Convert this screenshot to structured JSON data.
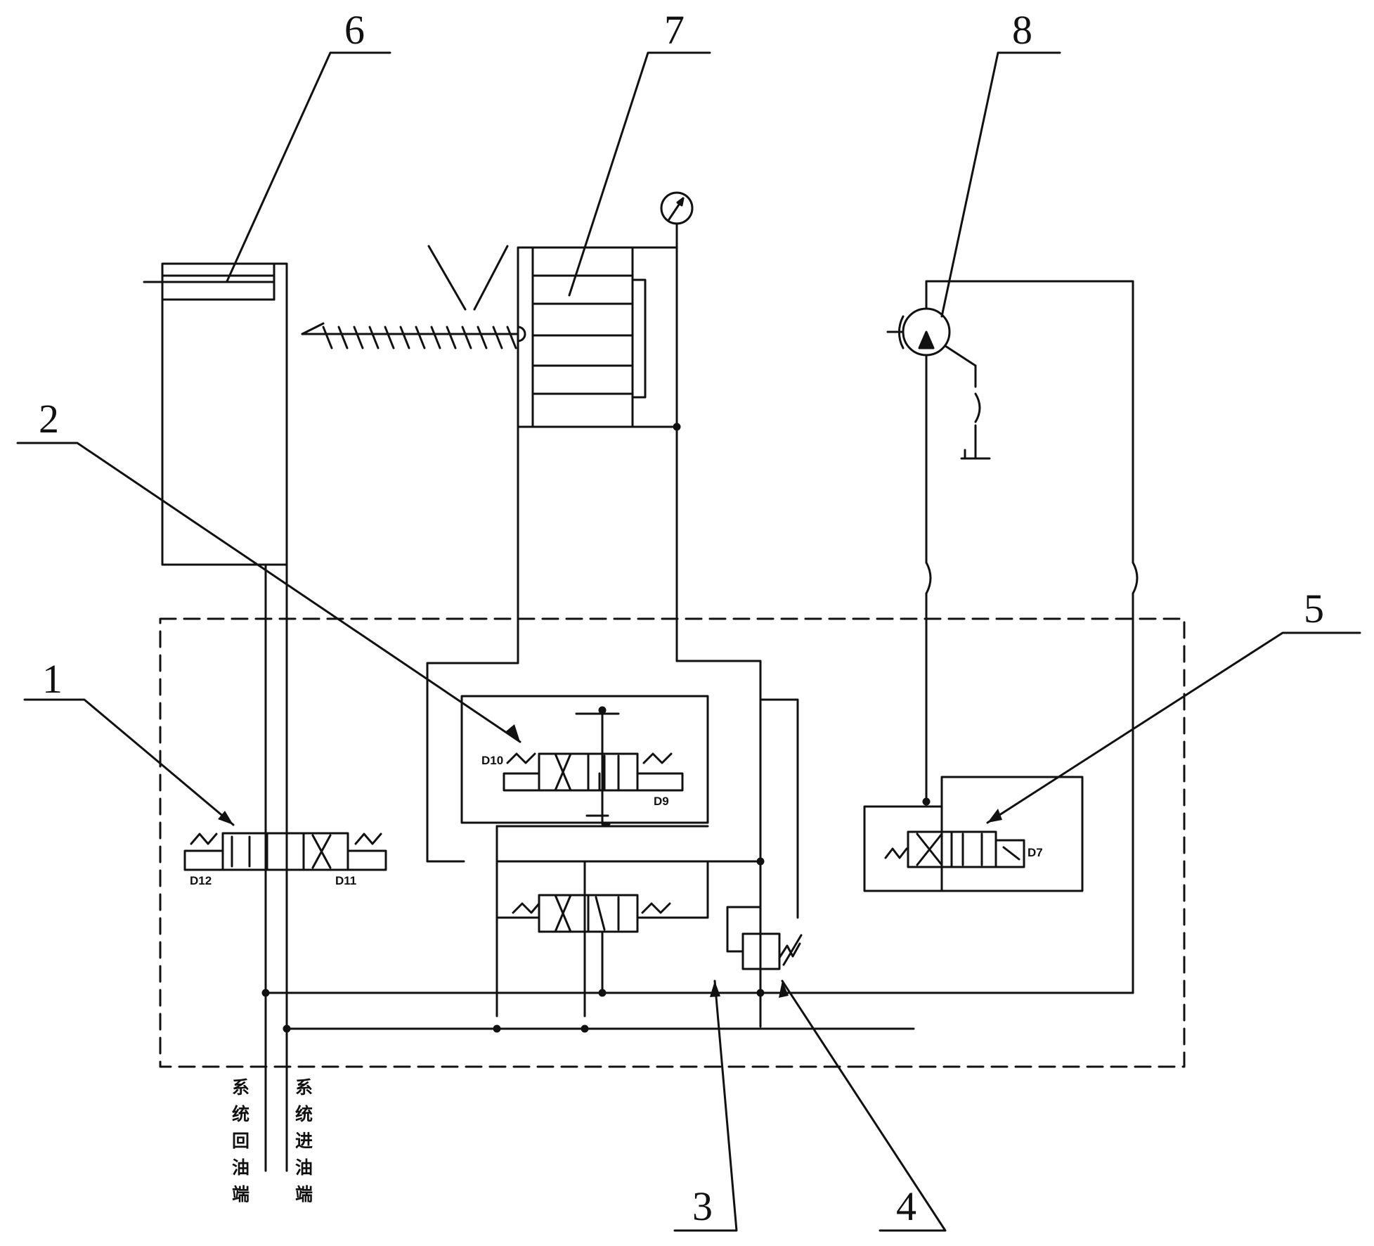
{
  "colors": {
    "line": "#111111",
    "background": "#ffffff"
  },
  "reference_labels": {
    "r1": "1",
    "r2": "2",
    "r3": "3",
    "r4": "4",
    "r5": "5",
    "r6": "6",
    "r7": "7",
    "r8": "8"
  },
  "solenoid_labels": {
    "d12": "D12",
    "d11": "D11",
    "d10": "D10",
    "d9": "D9",
    "d7": "D7"
  },
  "port_labels": {
    "return": [
      "系",
      "统",
      "回",
      "油",
      "端"
    ],
    "supply": [
      "系",
      "统",
      "进",
      "油",
      "端"
    ]
  },
  "icons": {
    "gauge": "pressure-gauge-icon",
    "motor": "hydraulic-motor-icon",
    "tank": "tank-icon"
  }
}
